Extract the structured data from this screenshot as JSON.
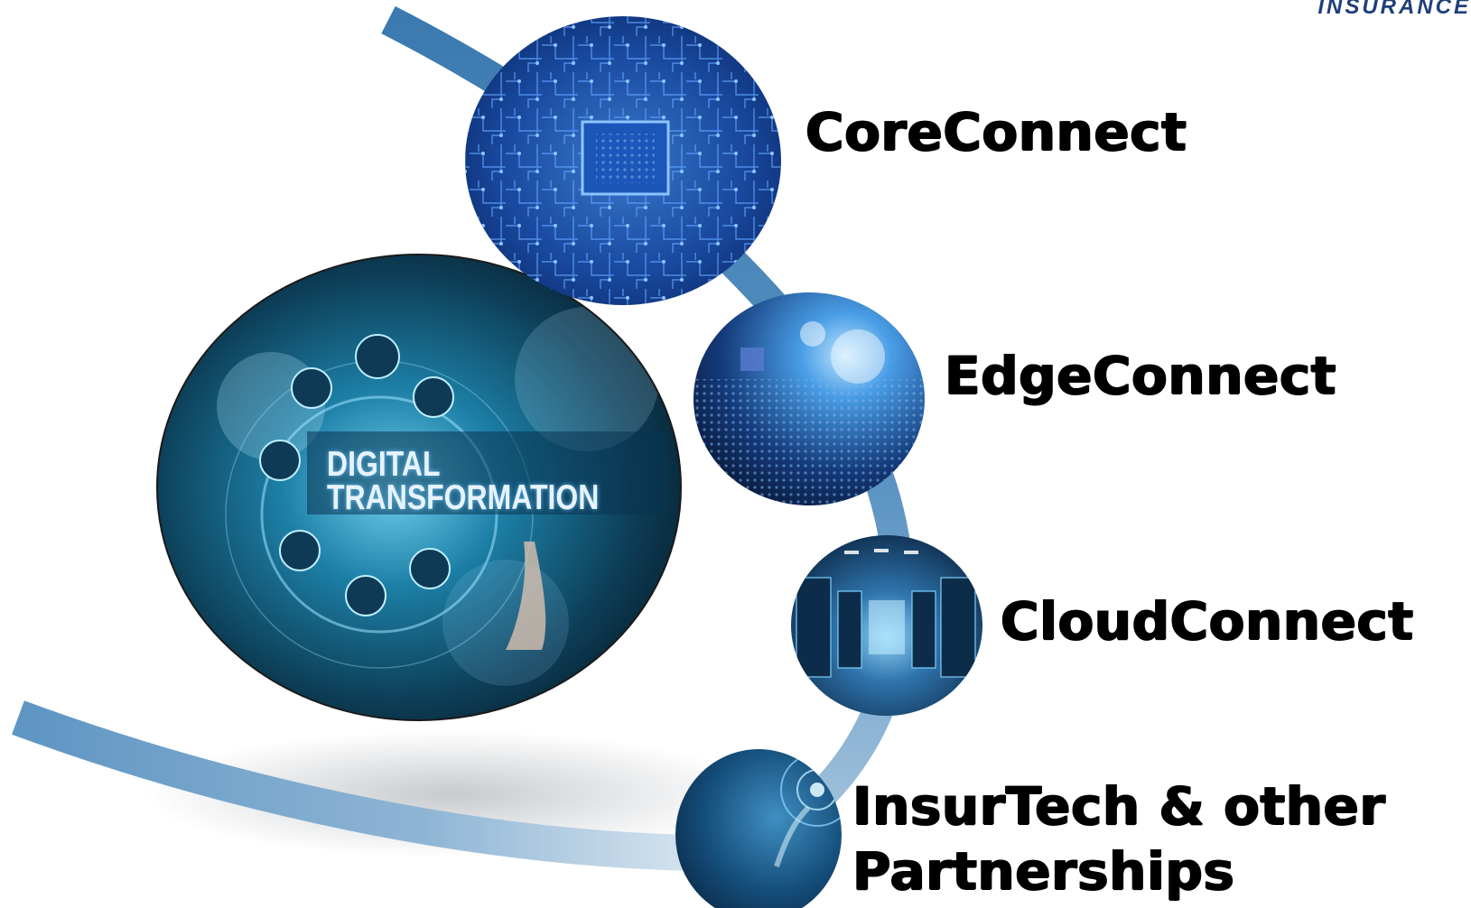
{
  "brand": {
    "text": "INSURANCE"
  },
  "hub": {
    "line1": "DIGITAL",
    "line2": "TRANSFORMATION"
  },
  "nodes": [
    {
      "label": "CoreConnect",
      "icon": "circuit-board-image"
    },
    {
      "label": "EdgeConnect",
      "icon": "digital-network-image"
    },
    {
      "label": "CloudConnect",
      "icon": "server-room-image"
    },
    {
      "label_line1": "InsurTech & other",
      "label_line2": "Partnerships",
      "icon": "futuristic-hand-image"
    }
  ],
  "colors": {
    "arc": "#4a86b8",
    "arc_light": "#c9dbe9",
    "brand": "#1f3f7a",
    "label": "#000000"
  }
}
